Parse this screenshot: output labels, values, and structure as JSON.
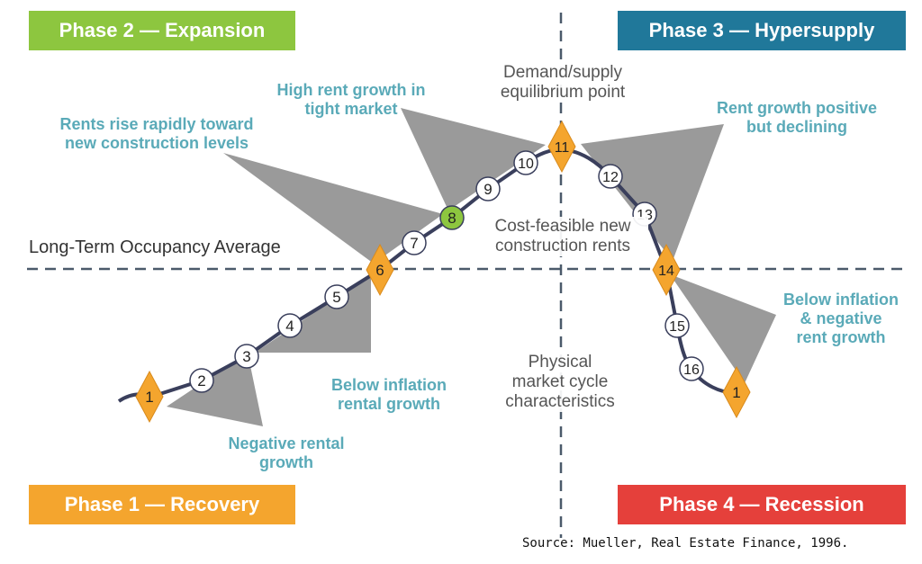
{
  "phases": {
    "p2": {
      "label": "Phase 2 — Expansion",
      "color": "#8dc63f"
    },
    "p3": {
      "label": "Phase 3 — Hypersupply",
      "color": "#20789a"
    },
    "p1": {
      "label": "Phase 1 — Recovery",
      "color": "#f4a52e"
    },
    "p4": {
      "label": "Phase 4 — Recession",
      "color": "#e5403b"
    }
  },
  "labels": {
    "long_term": "Long-Term Occupancy Average",
    "equilibrium_l1": "Demand/supply",
    "equilibrium_l2": "equilibrium point",
    "cost_l1": "Cost-feasible new",
    "cost_l2": "construction rents",
    "physical_l1": "Physical",
    "physical_l2": "market cycle",
    "physical_l3": "characteristics",
    "source": "Source: Mueller, Real Estate Finance, 1996."
  },
  "annotations": {
    "negative_l1": "Negative rental",
    "negative_l2": "growth",
    "below_l1": "Below inflation",
    "below_l2": "rental growth",
    "rapid_l1": "Rents rise rapidly toward",
    "rapid_l2": "new construction levels",
    "tight_l1": "High rent growth in",
    "tight_l2": "tight market",
    "positive_l1": "Rent growth positive",
    "positive_l2": "but declining",
    "negative2_l1": "Below inflation",
    "negative2_l2": "& negative",
    "negative2_l3": "rent growth"
  },
  "cycle_points": [
    {
      "n": "1",
      "shape": "diamond"
    },
    {
      "n": "2",
      "shape": "circle"
    },
    {
      "n": "3",
      "shape": "circle"
    },
    {
      "n": "4",
      "shape": "circle"
    },
    {
      "n": "5",
      "shape": "circle"
    },
    {
      "n": "6",
      "shape": "diamond"
    },
    {
      "n": "7",
      "shape": "circle"
    },
    {
      "n": "8",
      "shape": "circle-highlight"
    },
    {
      "n": "9",
      "shape": "circle"
    },
    {
      "n": "10",
      "shape": "circle"
    },
    {
      "n": "11",
      "shape": "diamond"
    },
    {
      "n": "12",
      "shape": "circle"
    },
    {
      "n": "13",
      "shape": "circle"
    },
    {
      "n": "14",
      "shape": "diamond"
    },
    {
      "n": "15",
      "shape": "circle"
    },
    {
      "n": "16",
      "shape": "circle"
    },
    {
      "n": "1",
      "shape": "diamond"
    }
  ],
  "colors": {
    "diamond": "#f4a52e",
    "highlight": "#8dc63f",
    "callout": "#9a9a9a",
    "curve": "#3a3f5c",
    "annotation": "#5aaab8"
  }
}
